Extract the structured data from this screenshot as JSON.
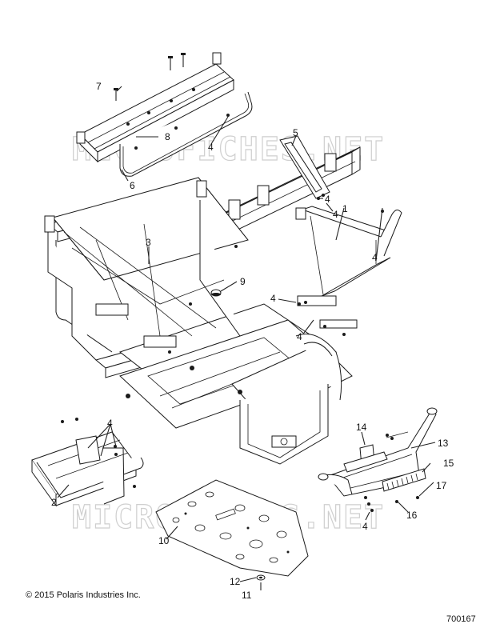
{
  "watermarks": [
    "MICROFICHES.NET",
    "MICROFICHES.NET"
  ],
  "callouts": [
    "7",
    "8",
    "4",
    "6",
    "5",
    "4",
    "4",
    "3",
    "9",
    "1",
    "4",
    "4",
    "4",
    "4",
    "2",
    "14",
    "13",
    "15",
    "17",
    "16",
    "4",
    "10",
    "12",
    "11"
  ],
  "footer": {
    "copyright": "© 2015 Polaris Industries Inc.",
    "doc_number": "700167"
  }
}
